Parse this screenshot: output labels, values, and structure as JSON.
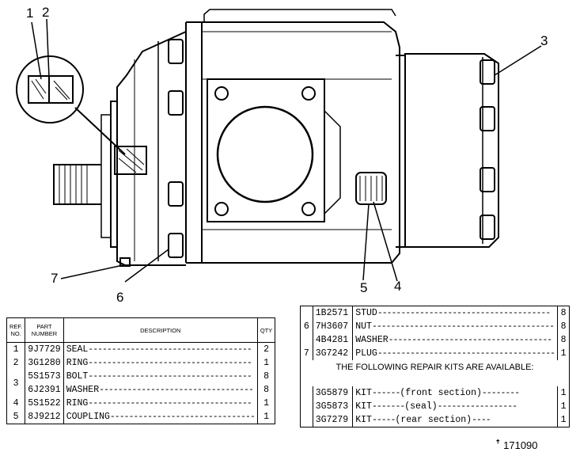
{
  "callouts": [
    "1",
    "2",
    "3",
    "4",
    "5",
    "6",
    "7"
  ],
  "left_table": {
    "headers": {
      "ref": "REF. NO.",
      "part": "PART NUMBER",
      "desc": "DESCRIPTION",
      "qty": "QTY"
    },
    "rows": [
      {
        "ref": "1",
        "part": "9J7729",
        "desc": "SEAL",
        "qty": "2"
      },
      {
        "ref": "2",
        "part": "3G1280",
        "desc": "RING",
        "qty": "1"
      },
      {
        "ref": "3",
        "part": "5S1573",
        "desc": "BOLT",
        "qty": "8"
      },
      {
        "ref": "",
        "part": "6J2391",
        "desc": "WASHER",
        "qty": "8"
      },
      {
        "ref": "4",
        "part": "5S1522",
        "desc": "RING",
        "qty": "1"
      },
      {
        "ref": "5",
        "part": "8J9212",
        "desc": "COUPLING",
        "qty": "1"
      }
    ]
  },
  "right_table": {
    "rows": [
      {
        "ref": "",
        "part": "1B2571",
        "desc": "STUD",
        "qty": "8"
      },
      {
        "ref": "6",
        "part": "7H3607",
        "desc": "NUT",
        "qty": "8"
      },
      {
        "ref": "",
        "part": "4B4281",
        "desc": "WASHER",
        "qty": "8"
      },
      {
        "ref": "7",
        "part": "3G7242",
        "desc": "PLUG",
        "qty": "1"
      }
    ],
    "note": "THE FOLLOWING REPAIR KITS ARE AVAILABLE:",
    "kits": [
      {
        "part": "3G5879",
        "desc": "KIT",
        "section": "(front section)",
        "qty": "1"
      },
      {
        "part": "3G5873",
        "desc": "KIT",
        "section": "(seal)",
        "qty": "1"
      },
      {
        "part": "3G7279",
        "desc": "KIT",
        "section": "(rear section)",
        "qty": "1"
      }
    ]
  },
  "drawing_number": "171090"
}
